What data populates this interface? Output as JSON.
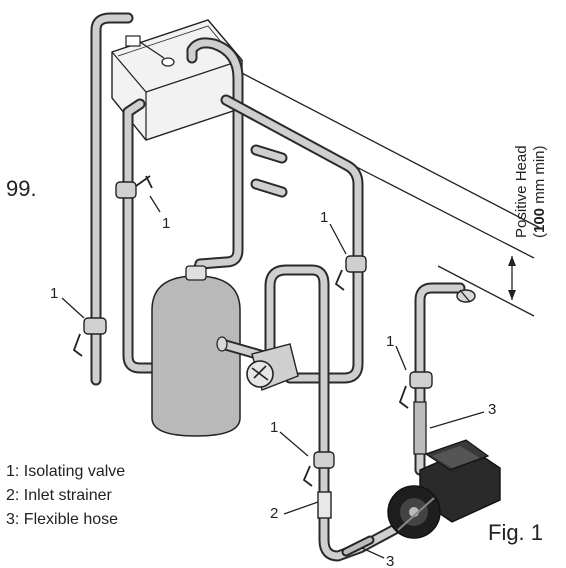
{
  "fragment_text": "99.",
  "callouts": {
    "valve": "1",
    "strainer": "2",
    "hose": "3"
  },
  "legend": [
    "1: Isolating valve",
    "2: Inlet strainer",
    "3: Flexible hose"
  ],
  "figure_label": "Fig. 1",
  "positive_head": {
    "line1": "Positive Head",
    "bold": "100",
    "rest": " mm min)",
    "open_paren": "("
  },
  "colors": {
    "pipe_outline": "#2a2a2a",
    "pipe_fill": "#cfcfcf",
    "tank_fill": "#f2f2f2",
    "vessel_fill": "#b9b9b9",
    "pump_fill": "#1e1e1e"
  }
}
